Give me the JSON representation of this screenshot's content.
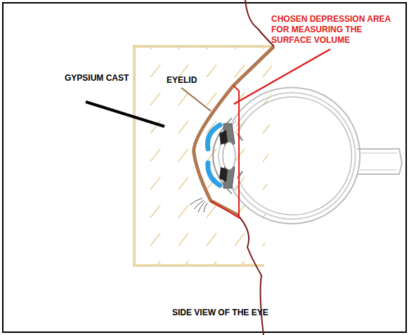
{
  "diagram": {
    "caption": "SIDE VIEW OF THE EYE",
    "labels": [
      "GYPSIUM CAST",
      "EYELID",
      "CHOSEN DEPRESSION AREA FOR MEASURING THE SURFACE VOLUME"
    ]
  }
}
